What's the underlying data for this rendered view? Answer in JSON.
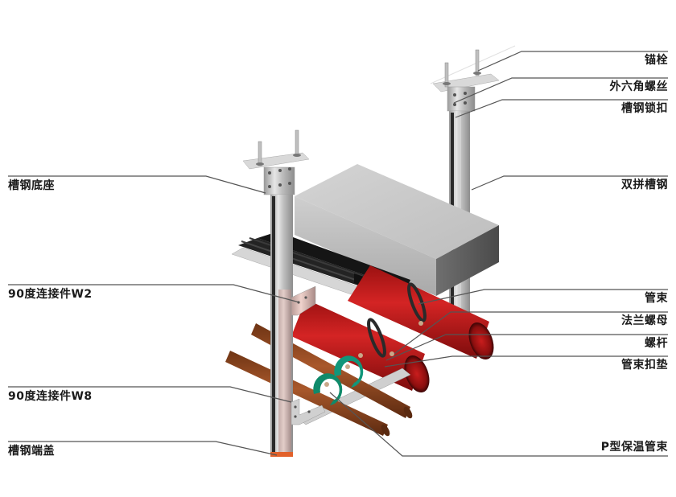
{
  "diagram": {
    "title": "",
    "colors": {
      "background": "#ffffff",
      "leader_line": "#555555",
      "label_text": "#1a1a1a",
      "channel_steel": "#c9c9c9",
      "duct": "#b5b5b5",
      "cable_tray": "#1e1e1e",
      "red_pipe": "#c41a1a",
      "copper_pipe": "#8a4320",
      "insulation_clamp": "#0f8a6a"
    },
    "components": [
      "channel-steel-base",
      "double-channel-steel",
      "anchor-bolt",
      "hex-bolt",
      "channel-lock",
      "air-duct",
      "cable-tray",
      "fire-pipes",
      "copper-pipes",
      "connector-w2",
      "connector-w8",
      "end-cap",
      "pipe-clamps",
      "p-type-clamp"
    ],
    "callouts_left": [
      {
        "id": "channel-steel-base",
        "text": "槽钢底座"
      },
      {
        "id": "connector-90-w2",
        "text": "90度连接件W2"
      },
      {
        "id": "connector-90-w8",
        "text": "90度连接件W8"
      },
      {
        "id": "channel-steel-end-cap",
        "text": "槽钢端盖"
      }
    ],
    "callouts_right": [
      {
        "id": "anchor-bolt",
        "text": "锚栓"
      },
      {
        "id": "hex-bolt",
        "text": "外六角螺丝"
      },
      {
        "id": "channel-lock",
        "text": "槽钢锁扣"
      },
      {
        "id": "double-channel-steel",
        "text": "双拼槽钢"
      },
      {
        "id": "pipe-clamp",
        "text": "管束"
      },
      {
        "id": "flange-nut",
        "text": "法兰螺母"
      },
      {
        "id": "threaded-rod",
        "text": "螺杆"
      },
      {
        "id": "pipe-clamp-pad",
        "text": "管束扣垫"
      },
      {
        "id": "p-type-insulated-clamp",
        "text": "P型保温管束"
      }
    ]
  }
}
